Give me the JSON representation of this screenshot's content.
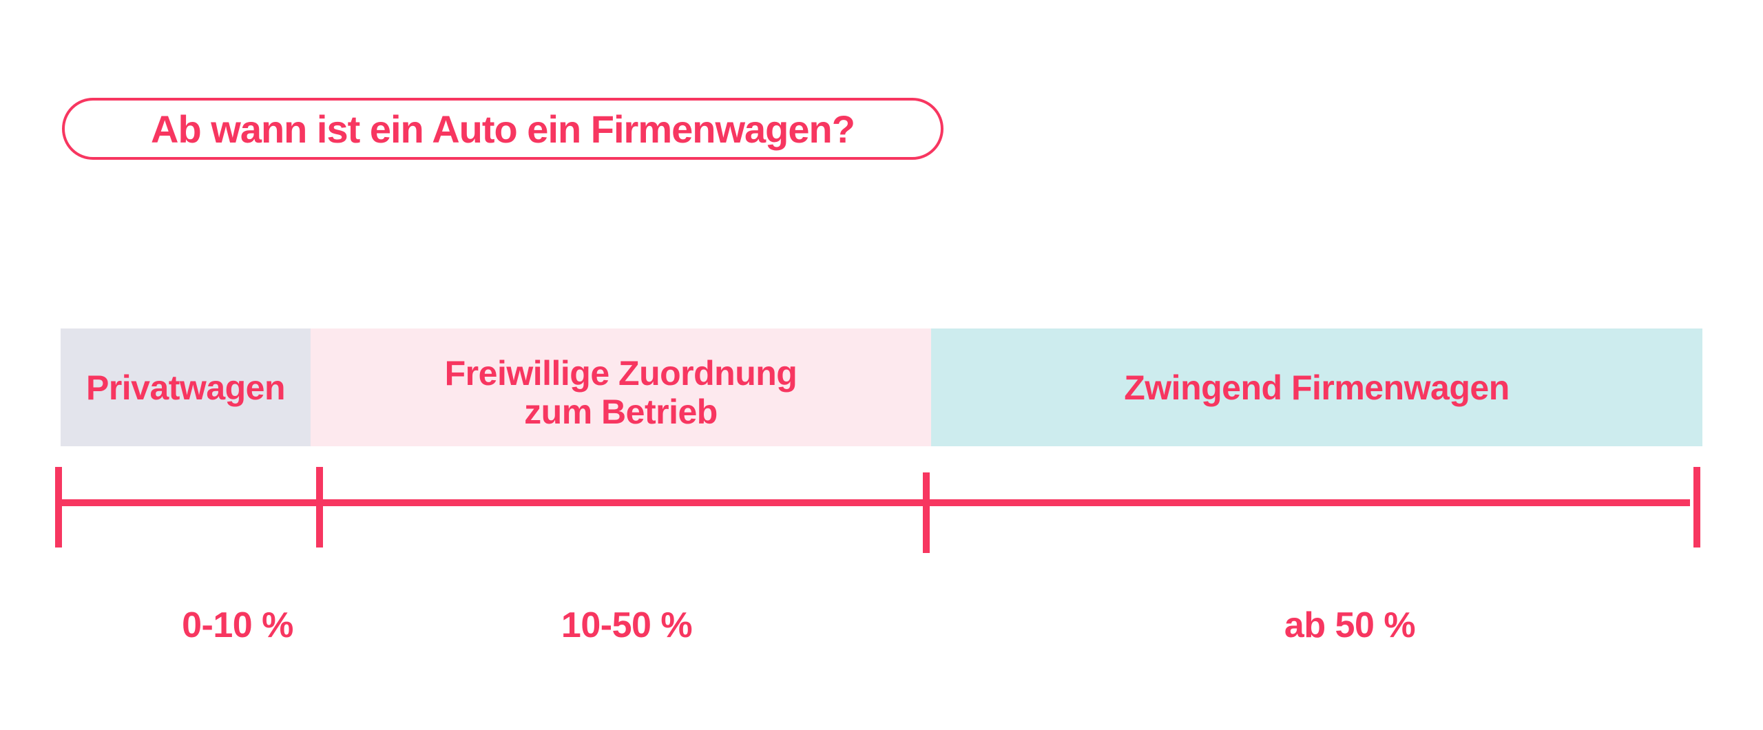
{
  "title": "Ab wann ist ein Auto ein Firmenwagen?",
  "colors": {
    "accent": "#f73660",
    "privat_band": "#e3e4ec",
    "freiwillig_band": "#fde9ee",
    "zwingend_band": "#cdecee"
  },
  "categories": [
    {
      "label_lines": [
        "Privatwagen"
      ],
      "range": "0-10 %"
    },
    {
      "label_lines": [
        "Freiwillige Zuordnung",
        "zum Betrieb"
      ],
      "range": "10-50 %"
    },
    {
      "label_lines": [
        "Zwingend Firmenwagen"
      ],
      "range": "ab 50 %"
    }
  ]
}
